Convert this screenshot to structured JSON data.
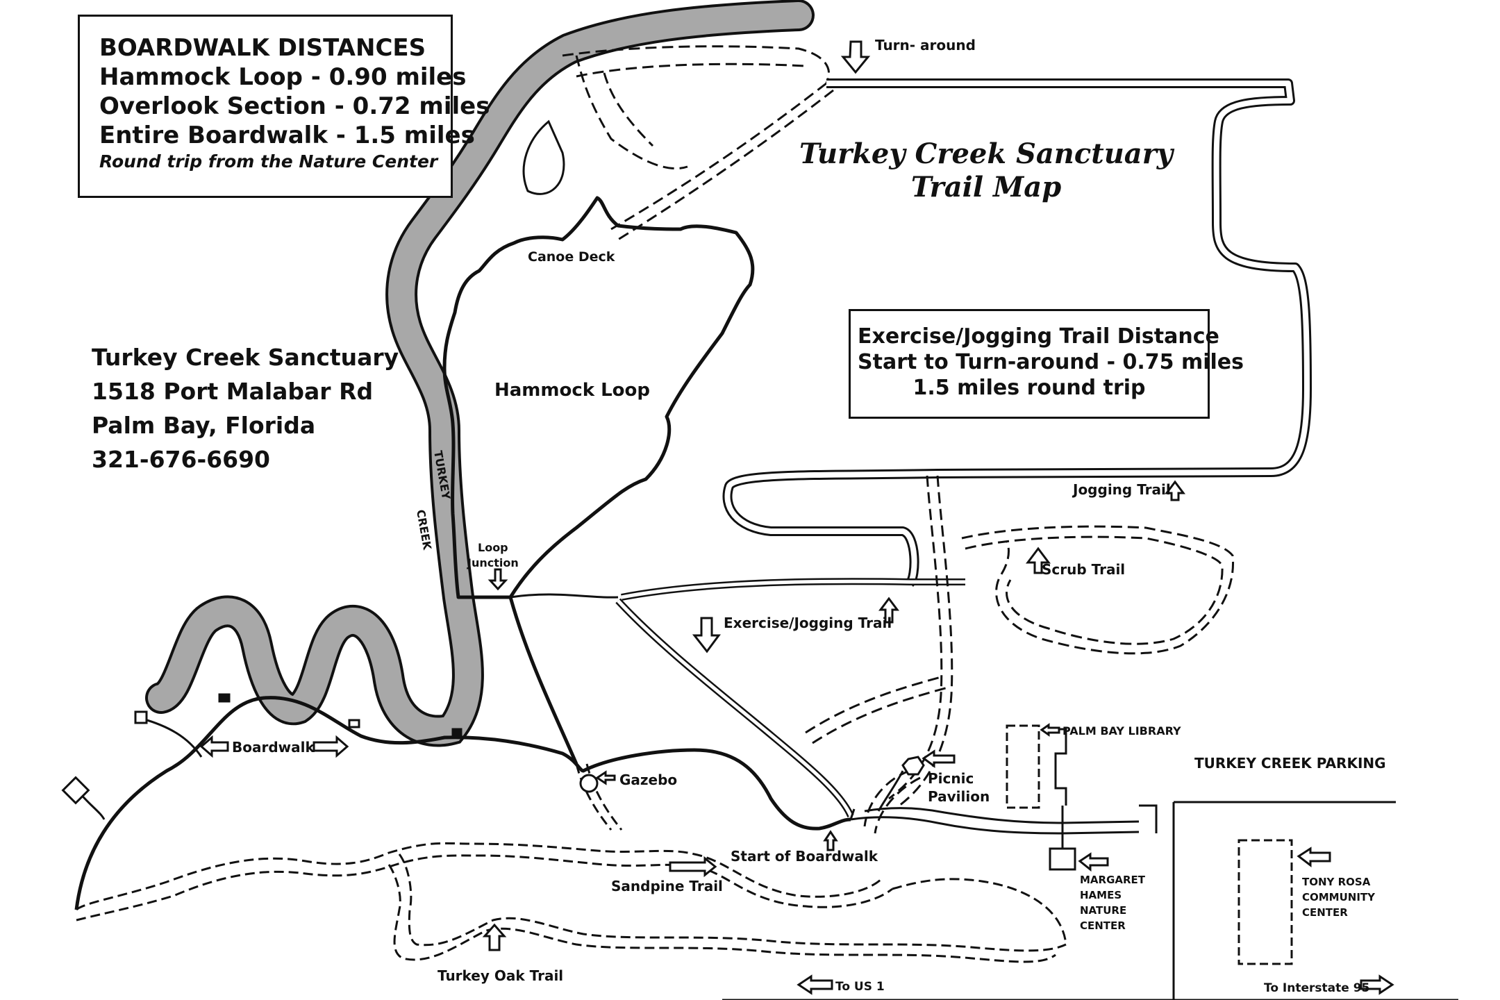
{
  "title": {
    "line1": "Turkey Creek Sanctuary",
    "line2": "Trail Map"
  },
  "boardwalk_distances": {
    "heading": "BOARDWALK DISTANCES",
    "hammock": "Hammock Loop - 0.90 miles",
    "overlook": "Overlook Section - 0.72 miles",
    "entire": "Entire Boardwalk - 1.5 miles",
    "note": "Round trip from the Nature Center"
  },
  "address": {
    "name": "Turkey Creek Sanctuary",
    "street": "1518 Port Malabar Rd",
    "city": "Palm Bay, Florida",
    "phone": "321-676-6690"
  },
  "exercise_box": {
    "line1": "Exercise/Jogging Trail Distance",
    "line2": "Start to Turn-around - 0.75 miles",
    "line3": "1.5 miles round trip"
  },
  "labels": {
    "turnaround": "Turn- around",
    "canoe_deck": "Canoe Deck",
    "hammock_loop": "Hammock Loop",
    "loop_junction_1": "Loop",
    "loop_junction_2": "Junction",
    "jogging_trail": "Jogging Trail",
    "scrub_trail": "Scrub Trail",
    "exercise_trail": "Exercise/Jogging Trail",
    "boardwalk": "Boardwalk",
    "gazebo": "Gazebo",
    "picnic_1": "Picnic",
    "picnic_2": "Pavilion",
    "palm_bay_library": "PALM BAY LIBRARY",
    "parking": "TURKEY CREEK PARKING",
    "start_boardwalk": "Start of Boardwalk",
    "sandpine": "Sandpine Trail",
    "turkey_oak": "Turkey Oak Trail",
    "nature_center_1": "MARGARET",
    "nature_center_2": "HAMES",
    "nature_center_3": "NATURE",
    "nature_center_4": "CENTER",
    "community_1": "TONY ROSA",
    "community_2": "COMMUNITY",
    "community_3": "CENTER",
    "to_us1": "To US 1",
    "to_i95": "To Interstate 95",
    "creek_1": "TURKEY",
    "creek_2": "CREEK"
  },
  "colors": {
    "ink": "#111111",
    "creek": "#a8a8a8",
    "paper": "#ffffff"
  }
}
